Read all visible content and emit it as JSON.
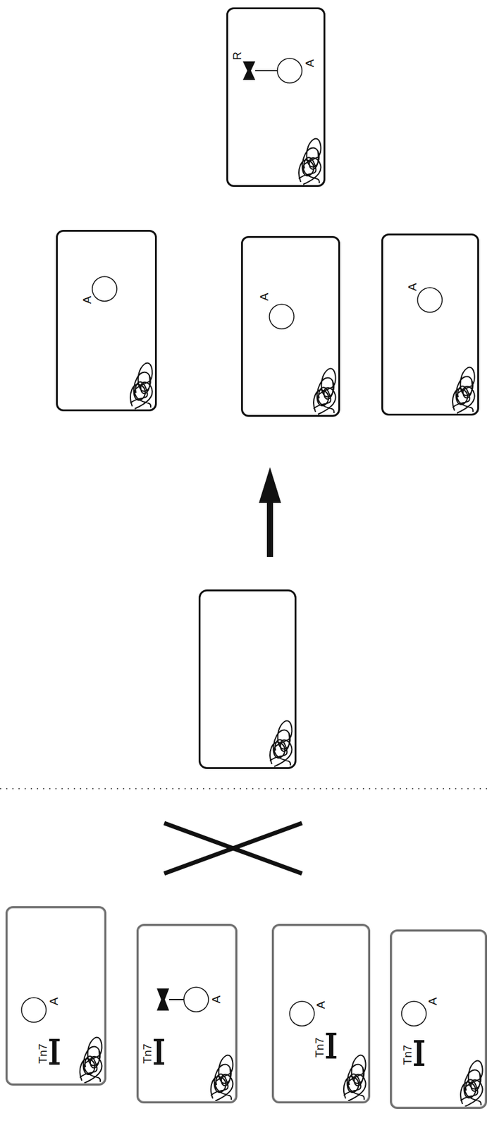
{
  "diagram": {
    "nodes": [
      {
        "text": [
          "R",
          "A"
        ]
      },
      {
        "text": [
          "A"
        ]
      },
      {
        "text": [
          "A"
        ]
      },
      {
        "text": [
          "A"
        ]
      },
      {
        "text": [
          "A",
          "Tn7"
        ]
      },
      {
        "text": [
          "A",
          "Tn7"
        ]
      },
      {
        "text": [
          "A",
          "Tn7"
        ]
      },
      {
        "text": [
          "A",
          "Tn7"
        ]
      }
    ]
  }
}
